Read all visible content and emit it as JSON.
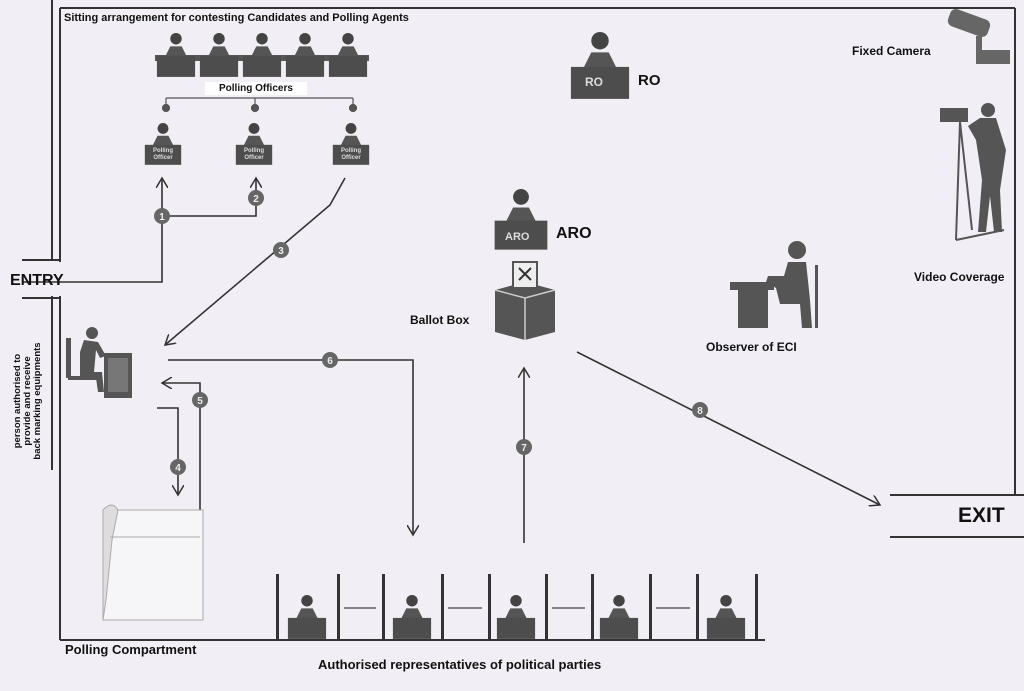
{
  "title": "Sitting arrangement for contesting Candidates and Polling Agents",
  "polling_officers_label": "Polling Officers",
  "polling_officer_desk_label": "Polling Officer",
  "entry_label": "ENTRY",
  "exit_label": "EXIT",
  "ro_label": "RO",
  "ro_desk_text": "RO",
  "aro_label": "ARO",
  "aro_desk_text": "ARO",
  "ballot_box_label": "Ballot Box",
  "observer_label": "Observer of ECI",
  "fixed_camera_label": "Fixed Camera",
  "video_coverage_label": "Video Coverage",
  "side_label_lines": [
    "person authorised to",
    "provide and receive",
    "back marking equipments"
  ],
  "polling_compartment_label": "Polling Compartment",
  "representatives_label": "Authorised representatives of political parties",
  "steps": [
    "1",
    "2",
    "3",
    "4",
    "5",
    "6",
    "7",
    "8"
  ],
  "colors": {
    "background": "#f1eff5",
    "ink": "#3a3a3a",
    "desk": "#555555"
  }
}
